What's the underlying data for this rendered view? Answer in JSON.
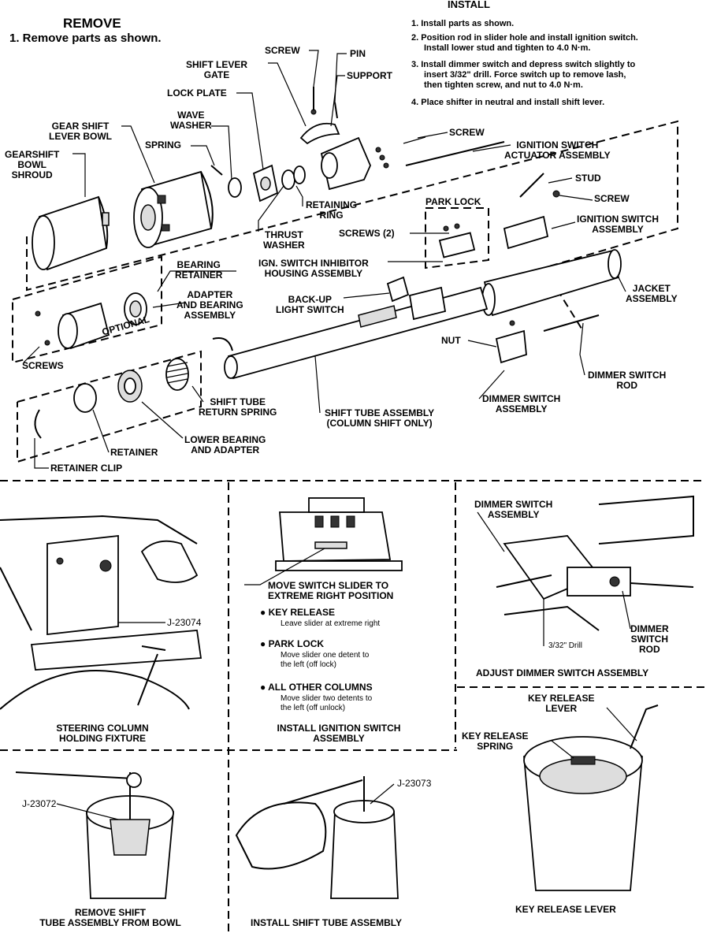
{
  "remove": {
    "heading": "REMOVE",
    "step1": "1. Remove parts as shown."
  },
  "install": {
    "heading": "INSTALL",
    "steps": [
      "1. Install parts as shown.",
      "2. Position rod in slider hole and install ignition switch.",
      "Install lower stud and tighten to 4.0 N·m.",
      "3. Install dimmer switch and depress switch slightly to",
      "insert 3/32\" drill. Force switch up to remove lash,",
      "then tighten screw, and nut to 4.0 N·m.",
      "4. Place shifter in neutral and install shift lever."
    ]
  },
  "labels": {
    "screw_top": "SCREW",
    "pin": "PIN",
    "shift_lever_gate": [
      "SHIFT LEVER",
      "GATE"
    ],
    "support": "SUPPORT",
    "lock_plate": "LOCK PLATE",
    "wave_washer": [
      "WAVE",
      "WASHER"
    ],
    "gear_shift_lever_bowl": [
      "GEAR SHIFT",
      "LEVER BOWL"
    ],
    "spring": "SPRING",
    "gearshift_bowl_shroud": [
      "GEARSHIFT",
      "BOWL",
      "SHROUD"
    ],
    "screw_right": "SCREW",
    "ign_switch_actuator": [
      "IGNITION SWITCH",
      "ACTUATOR ASSEMBLY"
    ],
    "stud": "STUD",
    "screw_ign": "SCREW",
    "park_lock": "PARK LOCK",
    "ignition_switch_assembly": [
      "IGNITION SWITCH",
      "ASSEMBLY"
    ],
    "retaining_ring": [
      "RETAINING",
      "RING"
    ],
    "thrust_washer": [
      "THRUST",
      "WASHER"
    ],
    "screws_2": "SCREWS (2)",
    "ign_switch_inhibitor": [
      "IGN. SWITCH INHIBITOR",
      "HOUSING ASSEMBLY"
    ],
    "bearing_retainer": [
      "BEARING",
      "RETAINER"
    ],
    "adapter_bearing": [
      "ADAPTER",
      "AND BEARING",
      "ASSEMBLY"
    ],
    "optional": "OPTIONAL",
    "screws": "SCREWS",
    "backup_light_switch": [
      "BACK-UP",
      "LIGHT SWITCH"
    ],
    "jacket_assembly": [
      "JACKET",
      "ASSEMBLY"
    ],
    "nut": "NUT",
    "dimmer_switch_rod": [
      "DIMMER SWITCH",
      "ROD"
    ],
    "dimmer_switch_assembly": [
      "DIMMER SWITCH",
      "ASSEMBLY"
    ],
    "shift_tube_return_spring": [
      "SHIFT TUBE",
      "RETURN SPRING"
    ],
    "shift_tube_assembly": [
      "SHIFT TUBE ASSEMBLY",
      "(COLUMN SHIFT ONLY)"
    ],
    "lower_bearing": [
      "LOWER BEARING",
      "AND ADAPTER"
    ],
    "retainer": "RETAINER",
    "retainer_clip": "RETAINER CLIP"
  },
  "panels": {
    "fixture": {
      "tool": "J-23074",
      "caption": [
        "STEERING COLUMN",
        "HOLDING FIXTURE"
      ]
    },
    "ignition": {
      "callout": [
        "MOVE SWITCH SLIDER TO",
        "EXTREME RIGHT POSITION"
      ],
      "bullets": [
        {
          "title": "KEY RELEASE",
          "text": [
            "Leave slider at extreme right"
          ]
        },
        {
          "title": "PARK LOCK",
          "text": [
            "Move slider one detent to",
            "the  left  (off lock)"
          ]
        },
        {
          "title": "ALL OTHER COLUMNS",
          "text": [
            "Move slider two detents to",
            "the left (off unlock)"
          ]
        }
      ],
      "caption": [
        "INSTALL IGNITION SWITCH",
        "ASSEMBLY"
      ]
    },
    "dimmer": {
      "label_top": [
        "DIMMER SWITCH",
        "ASSEMBLY"
      ],
      "drill": "3/32\" Drill",
      "rod": [
        "DIMMER",
        "SWITCH",
        "ROD"
      ],
      "caption": "ADJUST DIMMER SWITCH ASSEMBLY"
    },
    "remove_tube": {
      "tool": "J-23072",
      "caption": [
        "REMOVE SHIFT",
        "TUBE ASSEMBLY FROM BOWL"
      ]
    },
    "install_tube": {
      "tool": "J-23073",
      "caption": "INSTALL SHIFT TUBE ASSEMBLY"
    },
    "key_release": {
      "lever_label": [
        "KEY RELEASE",
        "LEVER"
      ],
      "spring_label": [
        "KEY RELEASE",
        "SPRING"
      ],
      "caption": "KEY RELEASE LEVER"
    }
  }
}
